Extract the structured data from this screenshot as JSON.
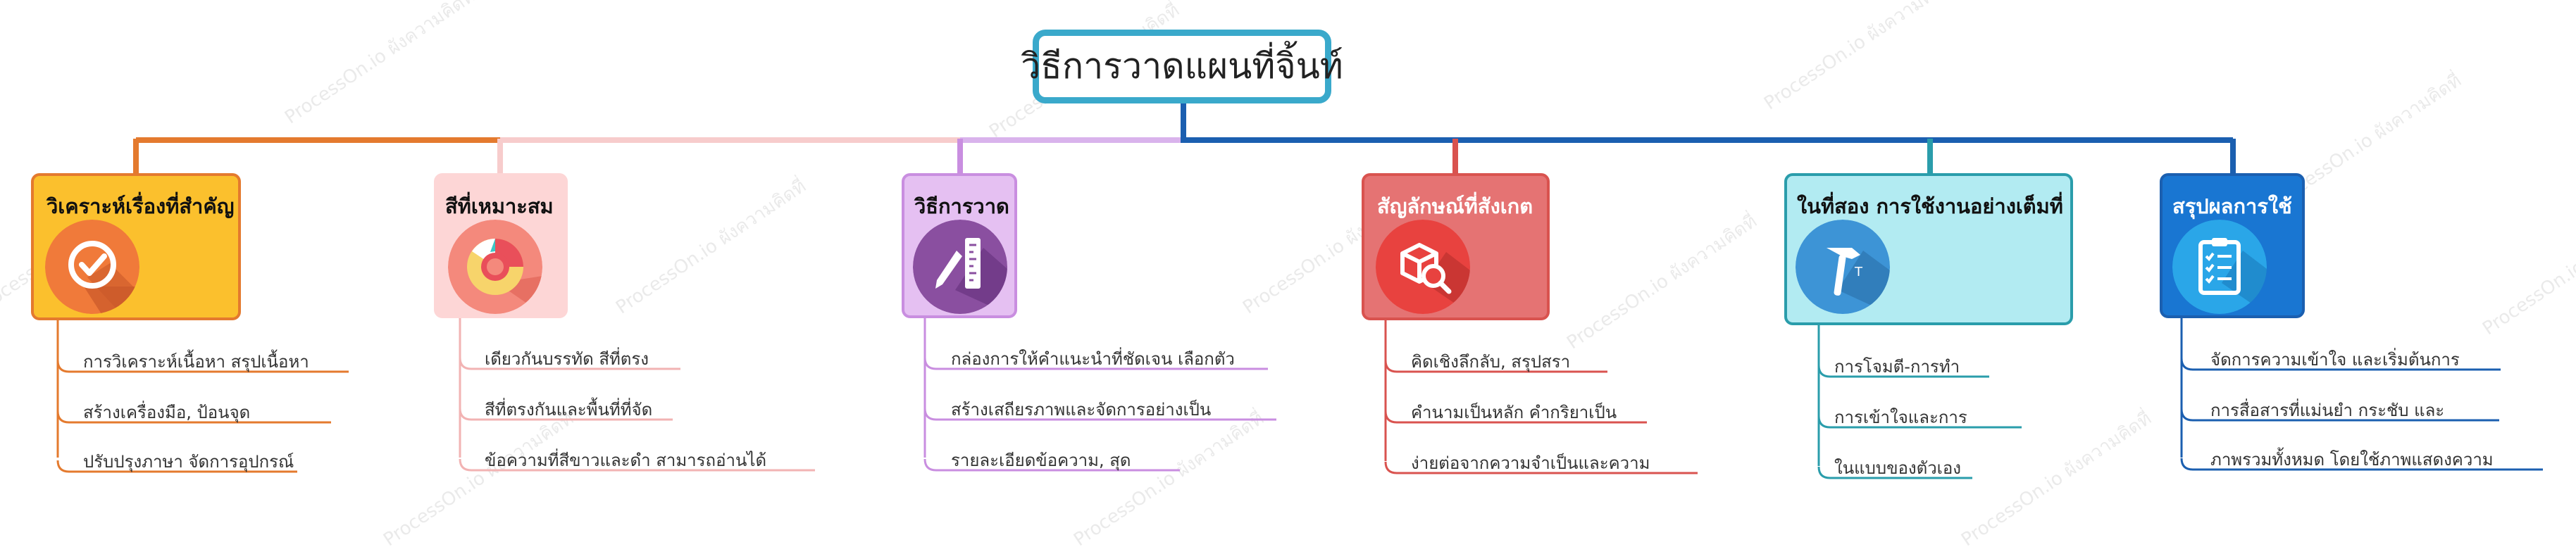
{
  "root": {
    "title": "วิธีการวาดแผนที่จิ้นท์"
  },
  "watermark": "ProcessOn.io ผังความคิดที่",
  "branches": [
    {
      "title": "วิเคราะห์เรื่องที่สำคัญ",
      "icon": "check-icon",
      "color": "#e47a2e",
      "items": [
        "การวิเคราะห์เนื้อหา สรุปเนื้อหา",
        "สร้างเครื่องมือ, ป้อนจุด",
        "ปรับปรุงภาษา จัดการอุปกรณ์"
      ]
    },
    {
      "title": "สีที่เหมาะสม",
      "icon": "donut-chart-icon",
      "color": "#f2b3b3",
      "items": [
        "เดียวกันบรรทัด สีที่ตรง",
        "สีที่ตรงกันและพื้นที่ที่จัด",
        "ข้อความที่สีขาวและดำ สามารถอ่านได้"
      ]
    },
    {
      "title": "วิธีการวาด",
      "icon": "pencil-ruler-icon",
      "color": "#c98ee0",
      "items": [
        "กล่องการให้คำแนะนำที่ชัดเจน เลือกตัว",
        "สร้างเสถียรภาพและจัดการอย่างเป็น",
        "รายละเอียดข้อความ, สุด"
      ]
    },
    {
      "title": "สัญลักษณ์ที่สังเกต",
      "icon": "box-magnifier-icon",
      "color": "#d9534f",
      "items": [
        "คิดเชิงลึกลับ, สรุปสรา",
        "คำนามเป็นหลัก คำกริยาเป็น",
        "ง่ายต่อจากความจำเป็นและความ"
      ]
    },
    {
      "title": "ในที่สอง การใช้งานอย่างเต็มที่",
      "icon": "hammer-icon",
      "color": "#2a9dab",
      "items": [
        "การโจมตี-การทำ",
        "การเข้าใจและการ",
        "ในแบบของตัวเอง"
      ]
    },
    {
      "title": "สรุปผลการใช้",
      "icon": "clipboard-icon",
      "color": "#1b5fb0",
      "items": [
        "จัดการความเข้าใจ และเริ่มต้นการ",
        "การสื่อสารที่แม่นยำ กระชับ และ",
        "ภาพรวมทั้งหมด โดยใช้ภาพแสดงความ"
      ]
    }
  ]
}
